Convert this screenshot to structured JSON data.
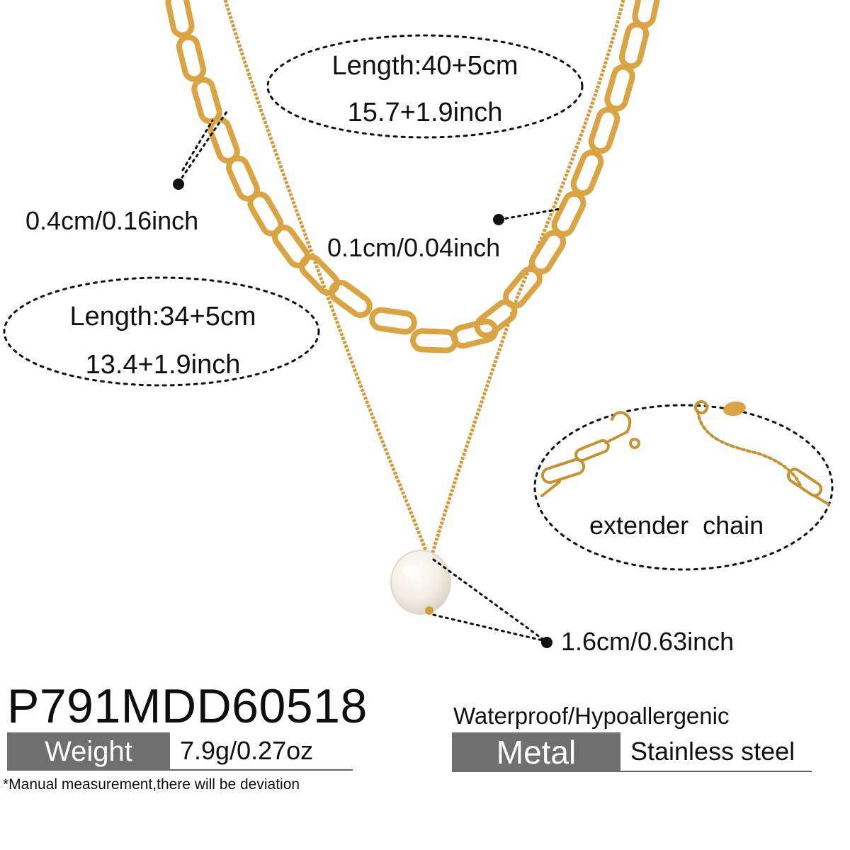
{
  "annotations": {
    "long_chain_length": "Length:40+5cm",
    "long_chain_length_inch": "15.7+1.9inch",
    "paperclip_width": "0.4cm/0.16inch",
    "thin_chain_width": "0.1cm/0.04inch",
    "short_chain_length": "Length:34+5cm",
    "short_chain_length_inch": "13.4+1.9inch",
    "extender_label": "extender  chain",
    "pearl_size": "1.6cm/0.63inch"
  },
  "product": {
    "sku": "P791MDD60518",
    "weight_label": "Weight",
    "weight_value": "7.9g/0.27oz",
    "note": "*Manual measurement,there will be deviation",
    "properties": "Waterproof/Hypoallergenic",
    "metal_label": "Metal",
    "metal_value": "Stainless steel"
  },
  "colors": {
    "gold": "#d9a441",
    "gold_dark": "#b9832a",
    "pearl": "#f6f1ea",
    "badge_gray": "#6f6f6f"
  }
}
